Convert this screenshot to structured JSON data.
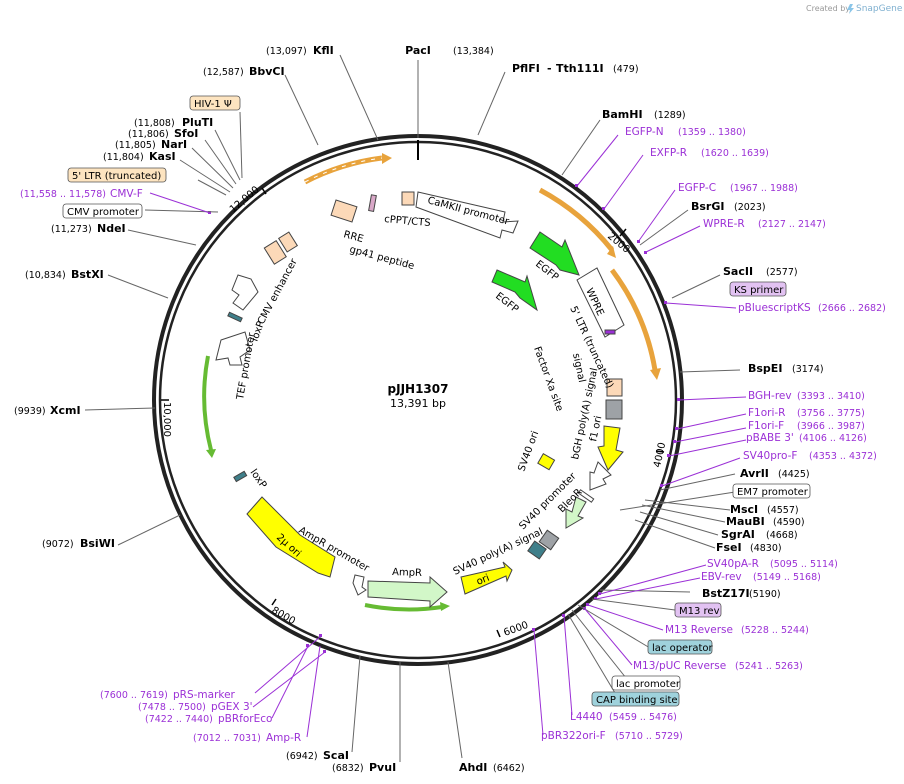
{
  "credit": {
    "prefix": "Created by",
    "brand": "SnapGene"
  },
  "plasmid": {
    "name": "pJJH1307",
    "length": "13,391 bp"
  },
  "ticks": [
    "2000",
    "4000",
    "6000",
    "8000",
    "10,000",
    "12,000"
  ],
  "enzymes": {
    "PacI": {
      "name": "PacI",
      "pos": "(13,384)"
    },
    "KflI": {
      "name": "KflI",
      "pos": "(13,097)"
    },
    "PflFI": {
      "name": "PflFI",
      "sep": "-",
      "name2": "Tth111I",
      "pos": "(479)"
    },
    "BbvCI": {
      "name": "BbvCI",
      "pos": "(12,587)"
    },
    "BamHI": {
      "name": "BamHI",
      "pos": "(1289)"
    },
    "PluTI": {
      "name": "PluTI",
      "pos": "(11,808)"
    },
    "SfoI": {
      "name": "SfoI",
      "pos": "(11,806)"
    },
    "NarI": {
      "name": "NarI",
      "pos": "(11,805)"
    },
    "KasI": {
      "name": "KasI",
      "pos": "(11,804)"
    },
    "BsrGI": {
      "name": "BsrGI",
      "pos": "(2023)"
    },
    "NdeI": {
      "name": "NdeI",
      "pos": "(11,273)"
    },
    "SacII": {
      "name": "SacII",
      "pos": "(2577)"
    },
    "BstXI": {
      "name": "BstXI",
      "pos": "(10,834)"
    },
    "BspEI": {
      "name": "BspEI",
      "pos": "(3174)"
    },
    "XcmI": {
      "name": "XcmI",
      "pos": "(9939)"
    },
    "AvrII": {
      "name": "AvrII",
      "pos": "(4425)"
    },
    "MscI": {
      "name": "MscI",
      "pos": "(4557)"
    },
    "MauBI": {
      "name": "MauBI",
      "pos": "(4590)"
    },
    "SgrAI": {
      "name": "SgrAI",
      "pos": "(4668)"
    },
    "FseI": {
      "name": "FseI",
      "pos": "(4830)"
    },
    "BsiWI": {
      "name": "BsiWI",
      "pos": "(9072)"
    },
    "BstZ17I": {
      "name": "BstZ17I",
      "pos": "(5190)"
    },
    "ScaI": {
      "name": "ScaI",
      "pos": "(6942)"
    },
    "PvuI": {
      "name": "PvuI",
      "pos": "(6832)"
    },
    "AhdI": {
      "name": "AhdI",
      "pos": "(6462)"
    }
  },
  "primers": {
    "EGFPN": {
      "name": "EGFP-N",
      "pos": "(1359 .. 1380)"
    },
    "EXFPR": {
      "name": "EXFP-R",
      "pos": "(1620 .. 1639)"
    },
    "EGFPC": {
      "name": "EGFP-C",
      "pos": "(1967 .. 1988)"
    },
    "WPRER": {
      "name": "WPRE-R",
      "pos": "(2127 .. 2147)"
    },
    "pBluescriptKS": {
      "name": "pBluescriptKS",
      "pos": "(2666 .. 2682)"
    },
    "BGHrev": {
      "name": "BGH-rev",
      "pos": "(3393 .. 3410)"
    },
    "F1oriR": {
      "name": "F1ori-R",
      "pos": "(3756 .. 3775)"
    },
    "F1oriF": {
      "name": "F1ori-F",
      "pos": "(3966 .. 3987)"
    },
    "pBABE3": {
      "name": "pBABE 3'",
      "pos": "(4106 .. 4126)"
    },
    "SV40proF": {
      "name": "SV40pro-F",
      "pos": "(4353 .. 4372)"
    },
    "SV40pAR": {
      "name": "SV40pA-R",
      "pos": "(5095 .. 5114)"
    },
    "EBVrev": {
      "name": "EBV-rev",
      "pos": "(5149 .. 5168)"
    },
    "M13Reverse": {
      "name": "M13 Reverse",
      "pos": "(5228 .. 5244)"
    },
    "M13pUCReverse": {
      "name": "M13/pUC Reverse",
      "pos": "(5241 .. 5263)"
    },
    "L4440": {
      "name": "L4440",
      "pos": "(5459 .. 5476)"
    },
    "pBR322oriF": {
      "name": "pBR322ori-F",
      "pos": "(5710 .. 5729)"
    },
    "CMVF": {
      "name": "CMV-F",
      "pos": "(11,558 .. 11,578)"
    },
    "pRSmarker": {
      "name": "pRS-marker",
      "pos": "(7600 .. 7619)"
    },
    "pGEX3": {
      "name": "pGEX 3'",
      "pos": "(7478 .. 7500)"
    },
    "pBRforEco": {
      "name": "pBRforEco",
      "pos": "(7422 .. 7440)"
    },
    "AmpR": {
      "name": "Amp-R",
      "pos": "(7012 .. 7031)"
    }
  },
  "boxes": {
    "HIV1": "HIV-1 Ψ",
    "LTR5": "5' LTR (truncated)",
    "CMVpromoter": "CMV promoter",
    "KSprimer": "KS primer",
    "EM7": "EM7 promoter",
    "M13rev": "M13 rev",
    "lacOperator": "lac operator",
    "lacPromoter": "lac promoter",
    "CAPsite": "CAP binding site"
  },
  "features": {
    "RRE": "RRE",
    "gp41": "gp41 peptide",
    "cPPT": "cPPT/CTS",
    "CaMKII": "CaMKII promoter",
    "EGFP1": "EGFP",
    "EGFP2": "EGFP",
    "WPRE": "WPRE",
    "LTRtrunc": "5' LTR (truncated)",
    "FactorXa": "Factor Xa site",
    "signal": "signal",
    "bGH": "bGH poly(A) signal",
    "f1ori": "f1 ori",
    "SV40ori": "SV40 ori",
    "SV40promoter": "SV40 promoter",
    "BleoR": "BleoR",
    "SV40polyA": "SV40 poly(A) signal",
    "ori": "ori",
    "AmpR": "AmpR",
    "AmpRpromoter": "AmpR promoter",
    "twoMicron": "2μ ori",
    "loxP1": "loxP",
    "loxP2": "loxP",
    "TEF": "TEF promoter",
    "CMVenhancer": "CMV enhancer"
  },
  "colors": {
    "primer": "#9b30d6",
    "egfp": "#22dd22",
    "yellow": "#ffff00",
    "orangeArrow": "#e8a33c",
    "greenArrow": "#66bb33",
    "ltrFill": "#fcd9b8",
    "lightGreen": "#d2f7c8",
    "boxPurple": "#e2c2f2",
    "boxTeal": "#9fd2dc",
    "boxBeige": "#fde4c0",
    "loxP": "#3f7f8a",
    "grey": "#9ea2a6"
  }
}
